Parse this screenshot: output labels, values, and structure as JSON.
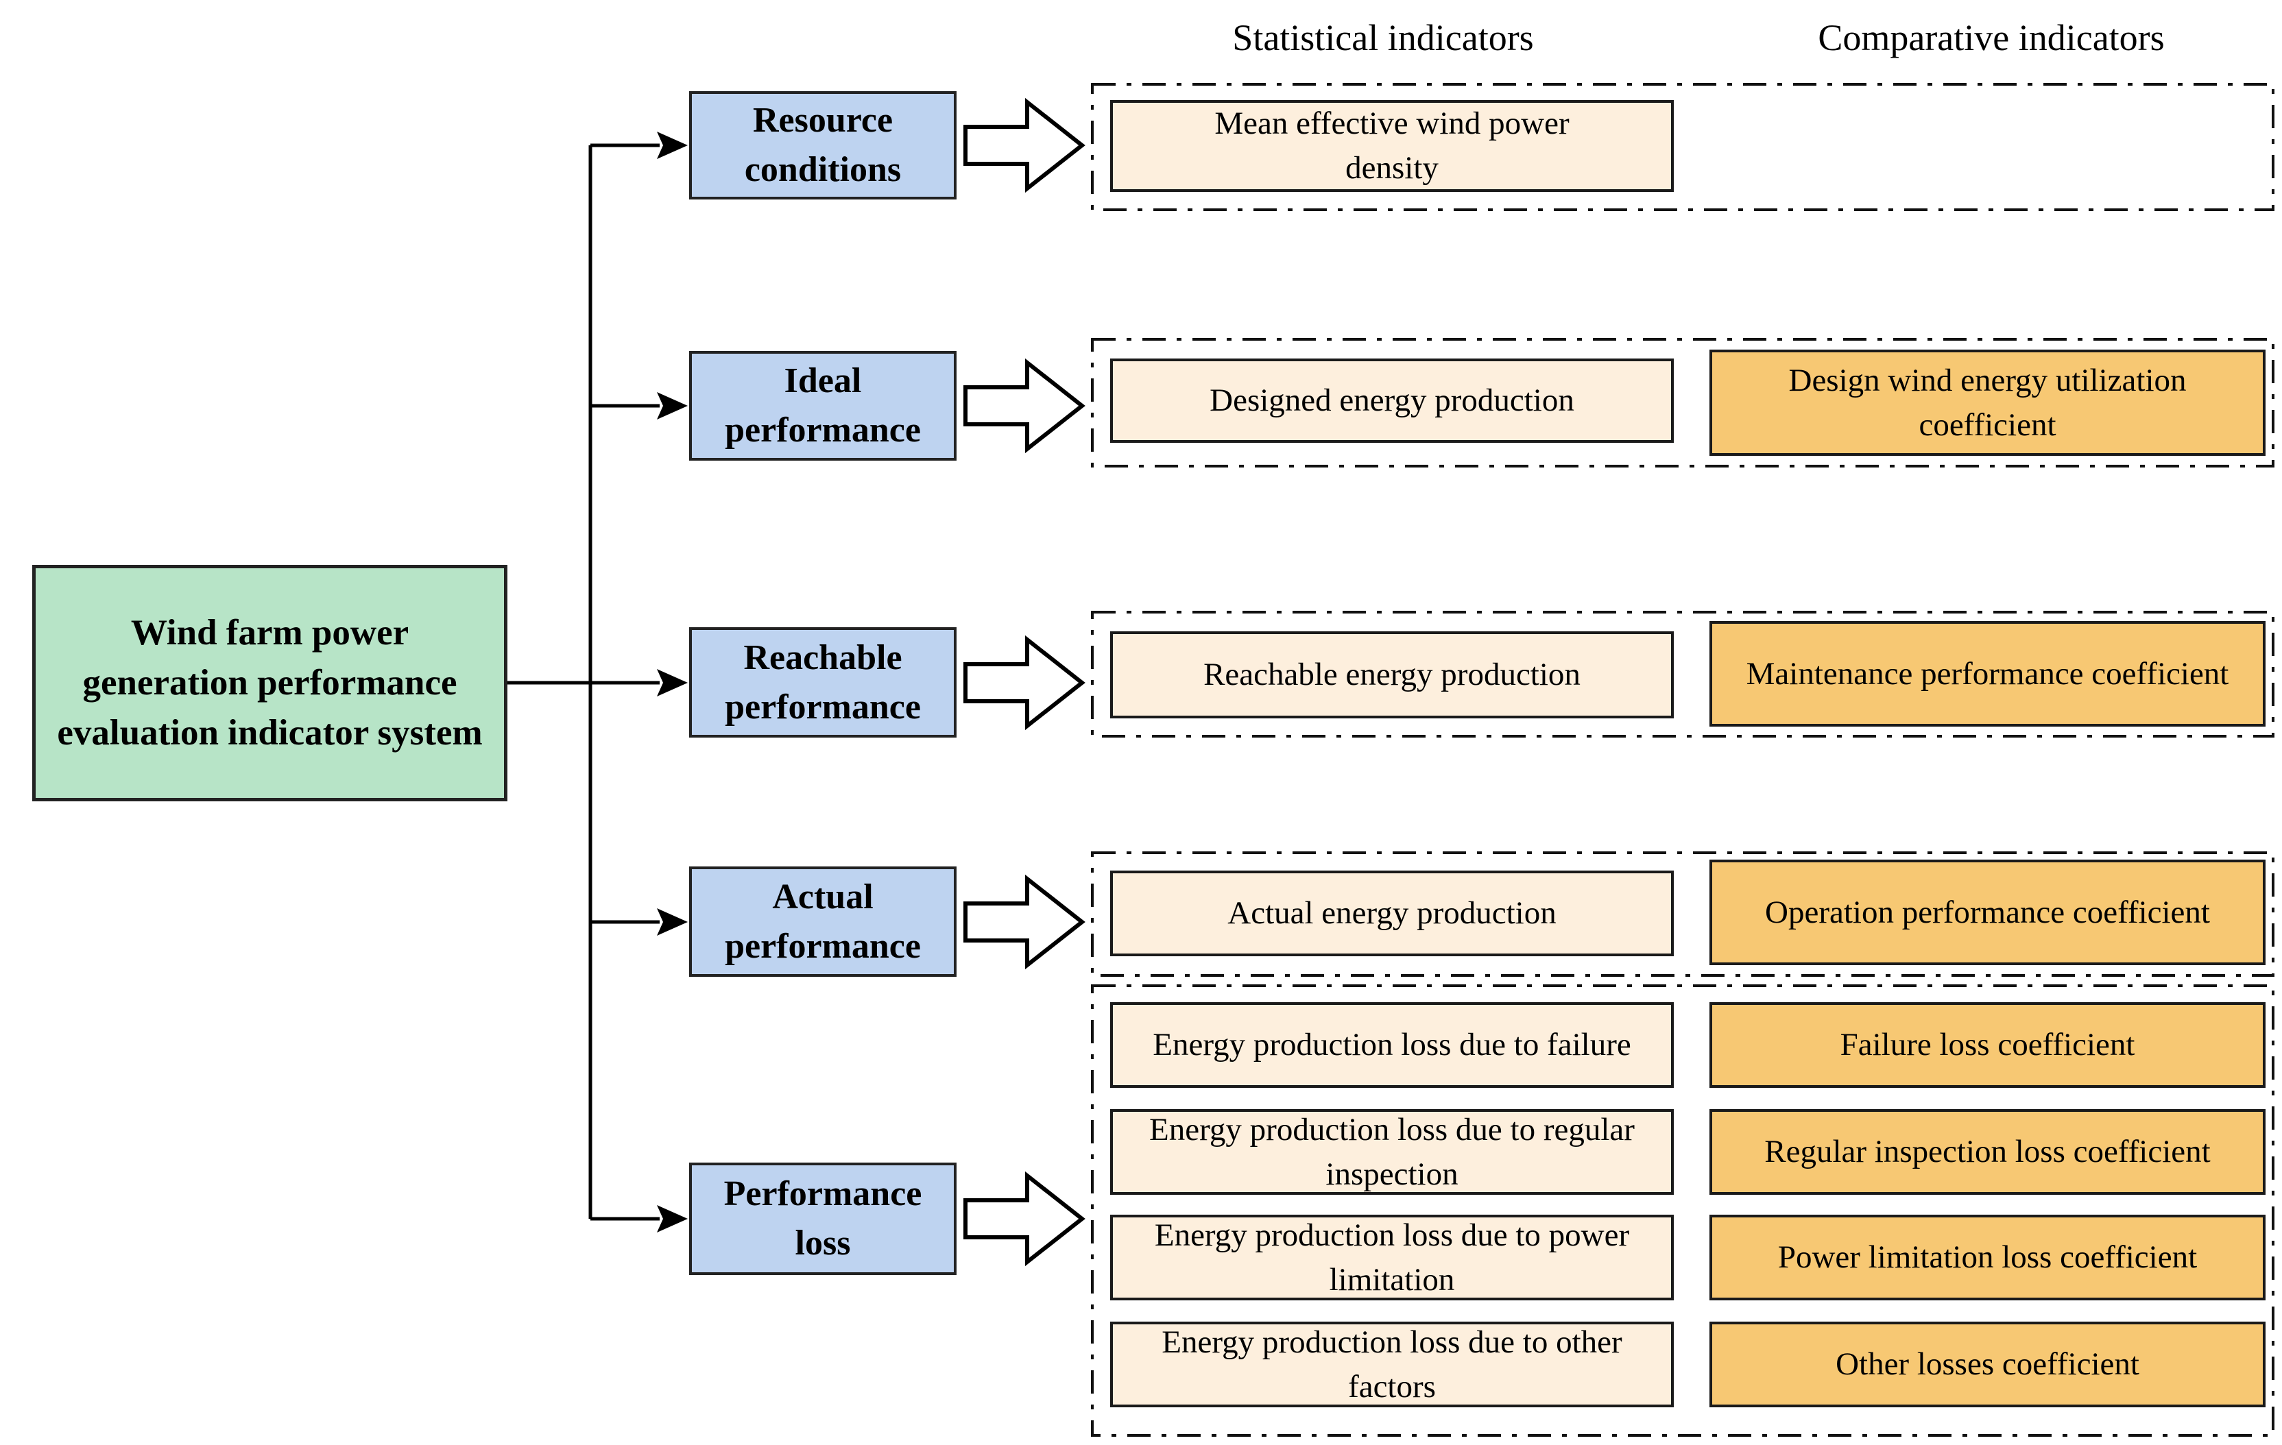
{
  "columns": {
    "statistical": "Statistical indicators",
    "comparative": "Comparative indicators"
  },
  "root": {
    "label": "Wind farm power generation performance evaluation indicator system"
  },
  "rows": [
    {
      "branch": "Resource conditions",
      "statistical": [
        "Mean effective wind power density"
      ],
      "comparative": []
    },
    {
      "branch": "Ideal performance",
      "statistical": [
        "Designed energy production"
      ],
      "comparative": [
        "Design wind energy utilization coefficient"
      ]
    },
    {
      "branch": "Reachable performance",
      "statistical": [
        "Reachable energy production"
      ],
      "comparative": [
        "Maintenance performance coefficient"
      ]
    },
    {
      "branch": "Actual performance",
      "statistical": [
        "Actual energy production"
      ],
      "comparative": [
        "Operation performance coefficient"
      ]
    },
    {
      "branch": "Performance loss",
      "statistical": [
        "Energy production loss due to failure",
        "Energy production loss due to regular inspection",
        "Energy production loss due to power limitation",
        "Energy production loss due to other factors"
      ],
      "comparative": [
        "Failure loss coefficient",
        "Regular inspection loss coefficient",
        "Power limitation loss coefficient",
        "Other losses coefficient"
      ]
    }
  ],
  "colors": {
    "root_fill": "#b7e4c7",
    "branch_fill": "#bed3f0",
    "statistical_fill": "#fdefdd",
    "comparative_fill": "#f7c873",
    "line": "#000000"
  }
}
